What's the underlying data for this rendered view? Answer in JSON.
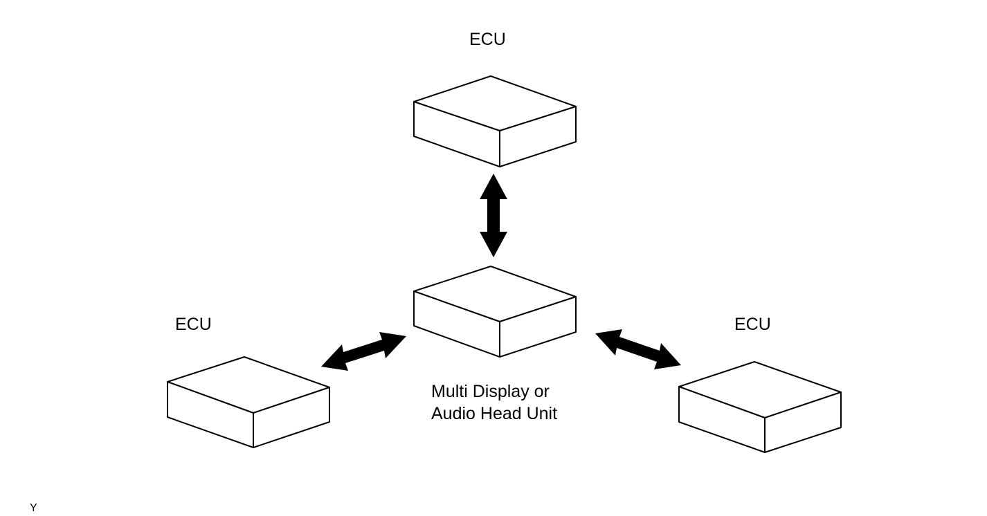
{
  "labels": {
    "top_ecu": "ECU",
    "left_ecu": "ECU",
    "right_ecu": "ECU",
    "center_line1": "Multi Display or",
    "center_line2": "Audio Head Unit",
    "corner_code": "Y"
  },
  "colors": {
    "line": "#000000",
    "fill": "#ffffff",
    "arrow": "#000000"
  }
}
